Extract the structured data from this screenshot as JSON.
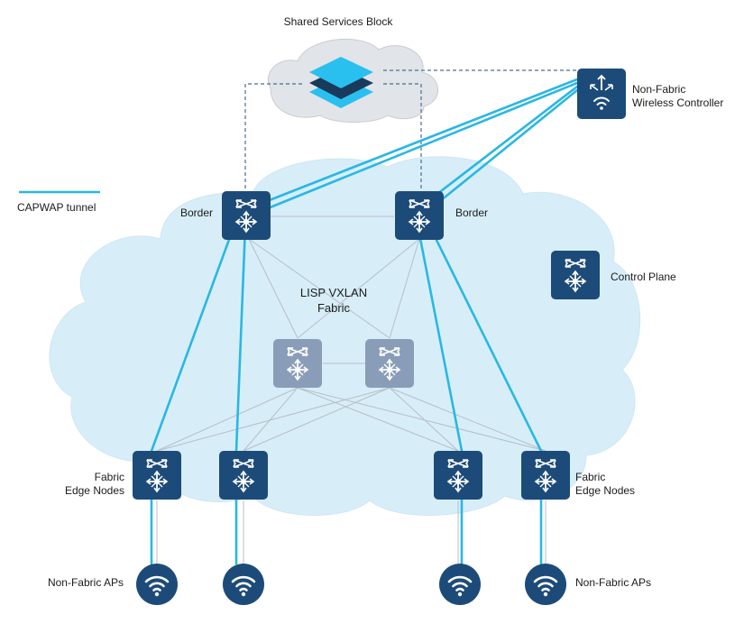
{
  "labels": {
    "shared_services": "Shared Services Block",
    "wlc_line1": "Non-Fabric",
    "wlc_line2": "Wireless Controller",
    "legend": "CAPWAP tunnel",
    "border_left": "Border",
    "border_right": "Border",
    "control_plane": "Control Plane",
    "fabric_line1": "LISP VXLAN",
    "fabric_line2": "Fabric",
    "edge_left_line1": "Fabric",
    "edge_left_line2": "Edge Nodes",
    "edge_right_line1": "Fabric",
    "edge_right_line2": "Edge Nodes",
    "aps_left": "Non-Fabric APs",
    "aps_right": "Non-Fabric APs"
  },
  "colors": {
    "device": "#1d4b79",
    "intermediate": "#8a9db8",
    "capwap": "#2ab7e3",
    "fabric_cloud": "#d7eef9",
    "shared_cloud": "#e1e4e8",
    "stack_light": "#29c0f0",
    "stack_dark": "#1a3a5c",
    "link": "#b8bec6"
  },
  "icons": {
    "border": "switch-icon",
    "control_plane": "switch-icon",
    "intermediate": "switch-icon",
    "edge": "switch-icon",
    "wlc": "wireless-controller-icon",
    "ap": "wifi-icon",
    "shared": "layers-stack-icon"
  }
}
